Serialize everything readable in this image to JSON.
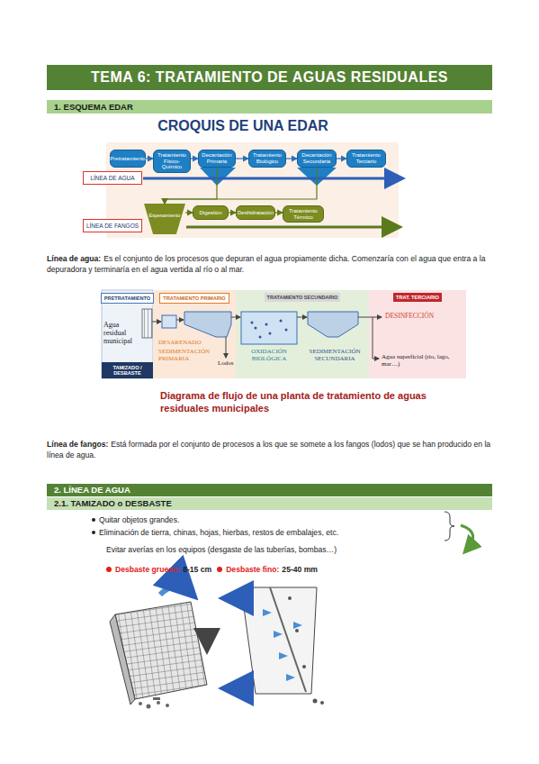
{
  "diagram": {
    "title": "TEMA 6: TRATAMIENTO DE AGUAS RESIDUALES",
    "caption": "Diagrama de flujo de una planta de tratamiento de aguas residuales municipales",
    "nodes": [
      {
        "text": [
          "1. ESQUEMA EDAR"
        ]
      },
      {
        "text": [
          "Pretratamiento"
        ]
      },
      {
        "text": [
          "Tratamiento Físico-Químico"
        ]
      },
      {
        "text": [
          "Decantación Primaria"
        ]
      },
      {
        "text": [
          "Tratamiento Biológico"
        ]
      },
      {
        "text": [
          "Decantación Secundaria"
        ]
      },
      {
        "text": [
          "Tratamiento Terciario"
        ]
      },
      {
        "text": [
          "LÍNEA DE AGUA"
        ]
      },
      {
        "text": [
          "Espesamiento"
        ]
      },
      {
        "text": [
          "Digestión"
        ]
      },
      {
        "text": [
          "Deshidratación"
        ]
      },
      {
        "text": [
          "Tratamiento Térmico"
        ]
      },
      {
        "text": [
          "LÍNEA DE FANGOS"
        ]
      },
      {
        "text": [
          "PRETRATAMIENTO"
        ]
      },
      {
        "text": [
          "TAMIZADO / DESBASTE"
        ],
        "in": 13
      },
      {
        "text": [
          "TRATAMIENTO PRIMARIO"
        ]
      },
      {
        "text": [
          "TRATAMIENTO SECUNDARIO"
        ]
      },
      {
        "text": [
          "TRAT. TERCIARIO"
        ]
      },
      {
        "text": [
          "2. LÍNEA DE AGUA"
        ]
      },
      {
        "text": [
          "2.1. TAMIZADO o DESBASTE"
        ]
      }
    ],
    "edges": [
      {
        "from": 1,
        "to": 2,
        "arrow": "to"
      },
      {
        "from": 2,
        "to": 3,
        "arrow": "to"
      },
      {
        "from": 3,
        "to": 4,
        "arrow": "to"
      },
      {
        "from": 4,
        "to": 5,
        "arrow": "to"
      },
      {
        "from": 5,
        "to": 6,
        "arrow": "to"
      },
      {
        "from": 3,
        "to": 8,
        "arrow": "to"
      },
      {
        "from": 5,
        "to": 8,
        "arrow": "to"
      },
      {
        "from": 8,
        "to": 9,
        "arrow": "to"
      },
      {
        "from": 9,
        "to": 10,
        "arrow": "to"
      },
      {
        "from": 10,
        "to": 11,
        "arrow": "to"
      }
    ],
    "labels": [
      "CROQUIS DE UNA EDAR",
      "Línea de agua:",
      "Es el conjunto de los procesos que depuran el agua propiamente dicha. Comenzaría con el agua que entra a la depuradora y terminaría en el agua vertida al río o al mar.",
      "Agua residual municipal",
      "DESARENADO",
      "SEDIMENTACIÓN PRIMARIA",
      "Lodos",
      "OXIDACIÓN BIOLÓGICA",
      "SEDIMENTACIÓN SECUNDARIA",
      "DESINFECCIÓN",
      "Agua superficial (río, lago, mar…)",
      "Línea de fangos:",
      "Está formada por el conjunto de procesos a los que se somete a los fangos (lodos) que se han producido en la línea de agua.",
      "Quitar objetos grandes.",
      "Eliminación de tierra, chinas, hojas, hierbas, restos de embalajes, etc.",
      "Evitar averías en los equipos (desgaste de las tuberías, bombas…)",
      "Desbaste grueso:",
      "8-15 cm",
      "Desbaste fino:",
      "25-40 mm"
    ]
  }
}
